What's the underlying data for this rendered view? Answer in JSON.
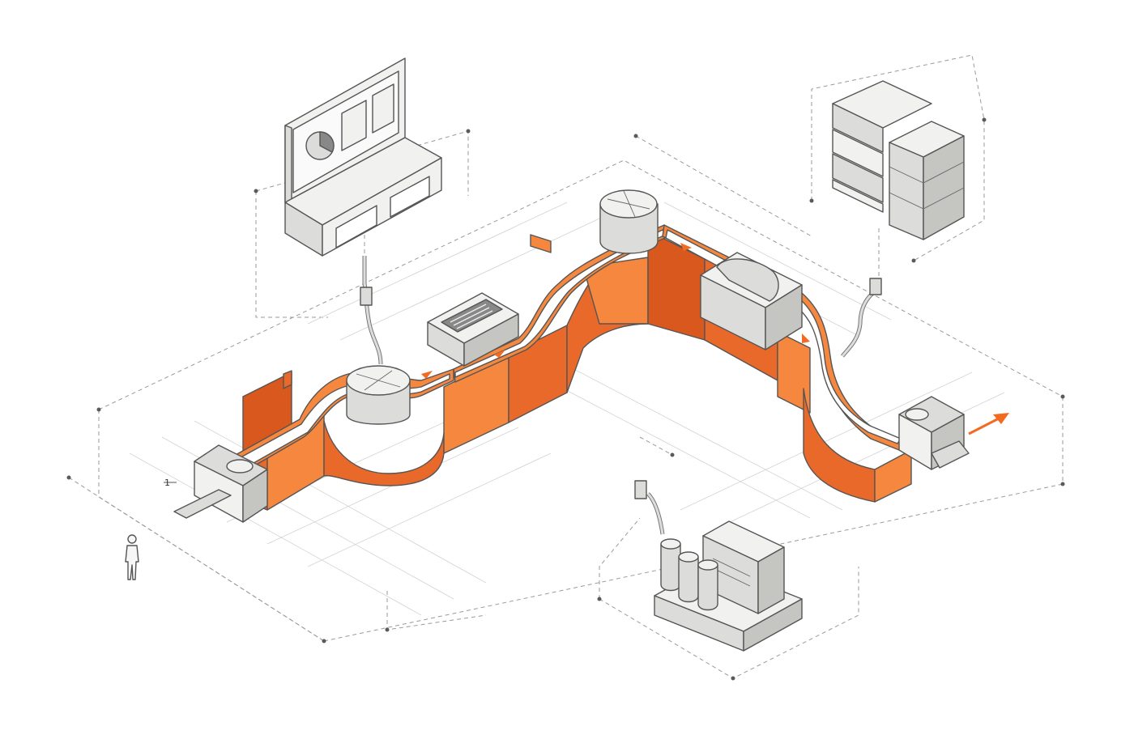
{
  "figure": {
    "accent_color": "#f26b21",
    "line_color": "#555555",
    "machine_color": "#e2e2e0",
    "background": "#ffffff"
  },
  "labels": {
    "dimension_mark": "1"
  },
  "components": [
    {
      "name": "control-dashboard",
      "icon": "monitor-icon"
    },
    {
      "name": "server-rack",
      "icon": "server-icon"
    },
    {
      "name": "tank-unit",
      "icon": "tanks-icon"
    },
    {
      "name": "conveyor-line",
      "icon": "conveyor-icon"
    },
    {
      "name": "output-arrow",
      "icon": "arrow-icon"
    },
    {
      "name": "human-scale-figure",
      "icon": "person-icon"
    }
  ]
}
